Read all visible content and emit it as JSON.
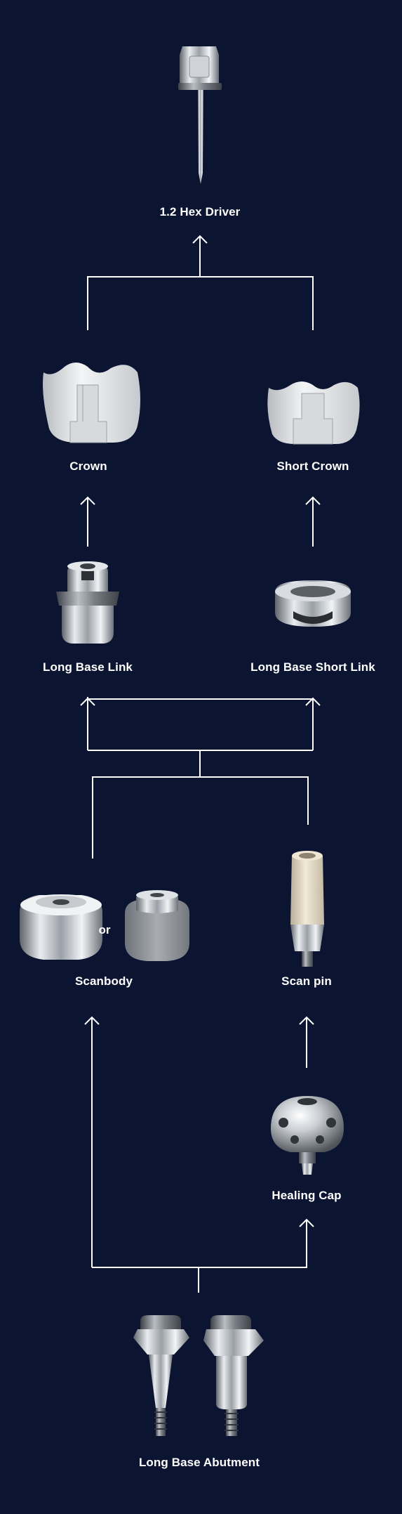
{
  "components": {
    "hex_driver": "1.2 Hex Driver",
    "crown": "Crown",
    "short_crown": "Short Crown",
    "long_base_link": "Long Base Link",
    "long_base_short_link": "Long Base Short Link",
    "scanbody": "Scanbody",
    "scanbody_or": "or",
    "scan_pin": "Scan pin",
    "healing_cap": "Healing Cap",
    "long_base_abutment": "Long Base Abutment"
  },
  "colors": {
    "background": "#0b1431",
    "connector": "#ffffff",
    "text": "#ffffff"
  },
  "icons": [
    "hex-driver-icon",
    "crown-icon",
    "short-crown-icon",
    "long-base-link-icon",
    "long-base-short-link-icon",
    "scanbody-icon",
    "scanbody-alt-icon",
    "scan-pin-icon",
    "healing-cap-icon",
    "abutment-icon",
    "abutment-alt-icon"
  ]
}
